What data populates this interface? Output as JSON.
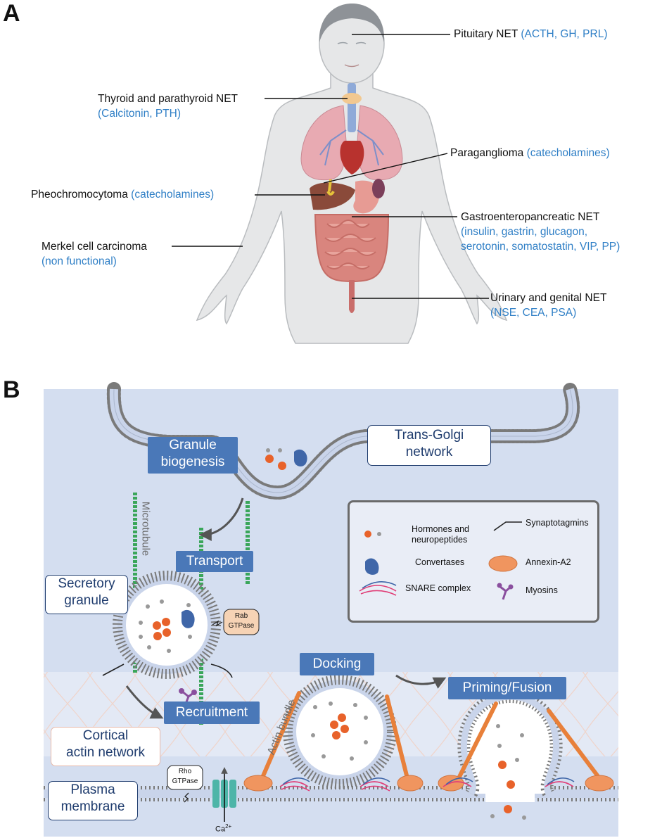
{
  "panel_a": {
    "letter": "A",
    "labels": {
      "pituitary": {
        "name": "Pituitary NET",
        "markers": "(ACTH, GH, PRL)"
      },
      "thyroid": {
        "name": "Thyroid and parathyroid NET",
        "markers": "(Calcitonin, PTH)"
      },
      "paraganglioma": {
        "name": "Paraganglioma",
        "markers": "(catecholamines)"
      },
      "pheochromocytoma": {
        "name": "Pheochromocytoma",
        "markers": "(catecholamines)"
      },
      "gep": {
        "name": "Gastroenteropancreatic NET",
        "markers_line1": "(insulin, gastrin, glucagon,",
        "markers_line2": "serotonin, somatostatin, VIP, PP)"
      },
      "merkel": {
        "name": "Merkel cell carcinoma",
        "markers": "(non functional)"
      },
      "urinary": {
        "name": "Urinary and genital NET",
        "markers": "(NSE, CEA, PSA)"
      }
    }
  },
  "panel_b": {
    "letter": "B",
    "steps": {
      "biogenesis_1": "Granule",
      "biogenesis_2": "biogenesis",
      "transport": "Transport",
      "recruitment": "Recruitment",
      "docking": "Docking",
      "priming": "Priming/Fusion"
    },
    "structures": {
      "golgi_1": "Trans-Golgi",
      "golgi_2": "network",
      "granule_1": "Secretory",
      "granule_2": "granule",
      "actin_1": "Cortical",
      "actin_2": "actin network",
      "membrane_1": "Plasma",
      "membrane_2": "membrane",
      "microtubule": "Microtubule",
      "actin_bundle": "Actin bundle",
      "rab_1": "Rab",
      "rab_2": "GTPase",
      "rho_1": "Rho",
      "rho_2": "GTPase",
      "calcium": "Ca",
      "calcium_sup": "2+"
    },
    "legend": {
      "hormones_1": "Hormones and",
      "hormones_2": "neuropeptides",
      "convertases": "Convertases",
      "snare": "SNARE complex",
      "synaptotagmins": "Synaptotagmins",
      "annexin": "Annexin-A2",
      "myosins": "Myosins"
    },
    "colors": {
      "background": "#d4def0",
      "step_box": "#4a78b8",
      "hormone": "#e8622a",
      "convertase": "#3f66a8",
      "annexin": "#f0955f",
      "myosin": "#8a4f9e",
      "microtubule": "#3aa65a",
      "rab_box": "#f6d3b5",
      "channel": "#4db5a8"
    }
  }
}
